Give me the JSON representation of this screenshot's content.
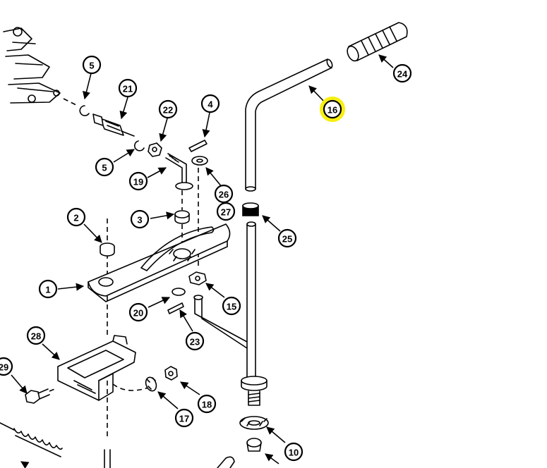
{
  "highlight_color": "#f7ee10",
  "callouts": [
    {
      "id": "c5a",
      "label": "5"
    },
    {
      "id": "c21",
      "label": "21"
    },
    {
      "id": "c22",
      "label": "22"
    },
    {
      "id": "c4",
      "label": "4"
    },
    {
      "id": "c5b",
      "label": "5"
    },
    {
      "id": "c19",
      "label": "19"
    },
    {
      "id": "c26",
      "label": "26"
    },
    {
      "id": "c27",
      "label": "27"
    },
    {
      "id": "c24",
      "label": "24"
    },
    {
      "id": "c16",
      "label": "16",
      "highlighted": true
    },
    {
      "id": "c25",
      "label": "25"
    },
    {
      "id": "c2",
      "label": "2"
    },
    {
      "id": "c3",
      "label": "3"
    },
    {
      "id": "c1",
      "label": "1"
    },
    {
      "id": "c20",
      "label": "20"
    },
    {
      "id": "c15",
      "label": "15"
    },
    {
      "id": "c23",
      "label": "23"
    },
    {
      "id": "c28",
      "label": "28"
    },
    {
      "id": "c29",
      "label": "29"
    },
    {
      "id": "c18",
      "label": "18"
    },
    {
      "id": "c17",
      "label": "17"
    },
    {
      "id": "c10",
      "label": "10"
    }
  ]
}
